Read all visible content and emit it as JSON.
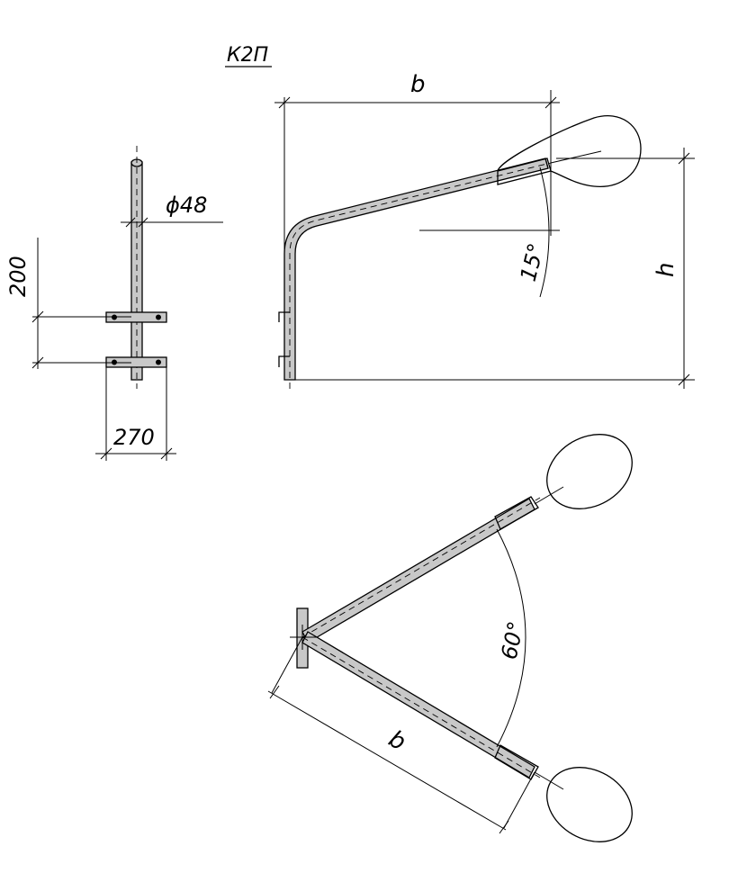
{
  "title": "К2П",
  "dimensions": {
    "diameter": "ϕ48",
    "vertical_spacing": "200",
    "bracket_width": "270",
    "reach": "b",
    "height": "h",
    "tilt_angle": "15°",
    "spread_angle": "60°"
  },
  "colors": {
    "line": "#000000",
    "pipe": "#c8c8c8",
    "background": "#ffffff"
  }
}
